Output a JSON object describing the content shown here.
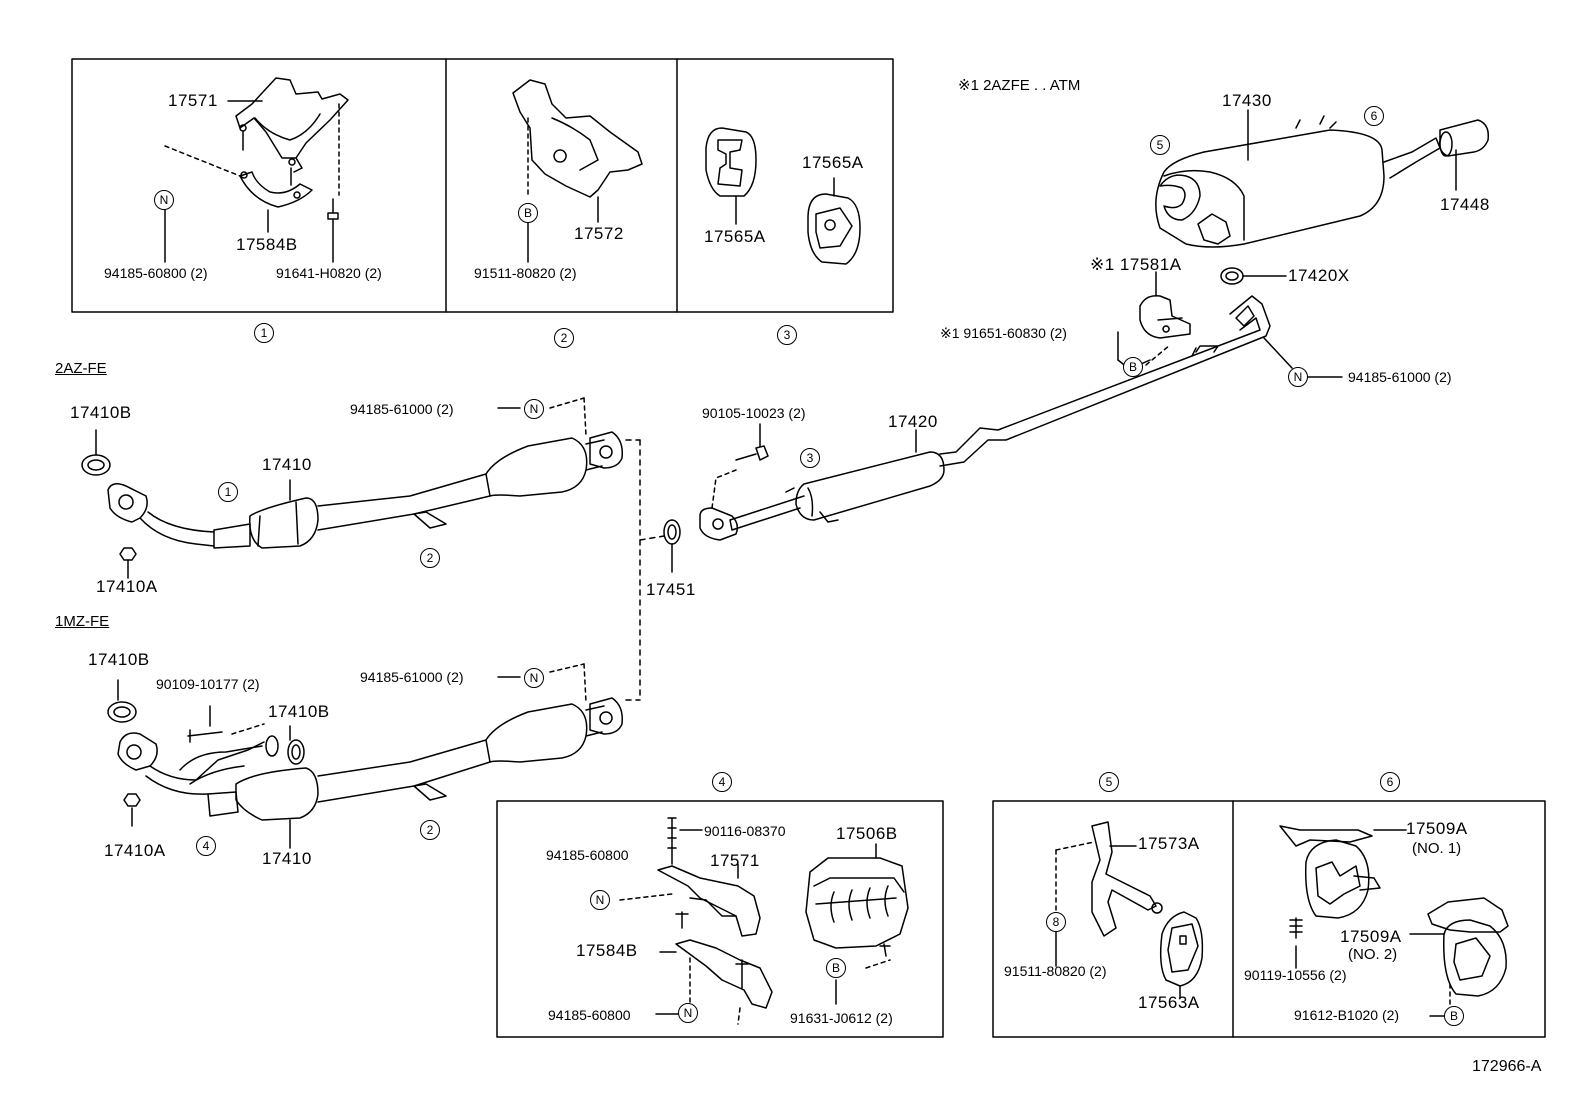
{
  "note": "※1  2AZFE . . ATM",
  "drawing_code": "172966-A",
  "sections": {
    "s2az": "2AZ-FE",
    "s1mz": "1MZ-FE"
  },
  "callouts": {
    "c1": "1",
    "c2": "2",
    "c3": "3",
    "c4": "4",
    "c5": "5",
    "c6": "6",
    "N": "N",
    "B": "B",
    "B8": "8"
  },
  "parts": {
    "p17571": "17571",
    "p17584B": "17584B",
    "p94185_60800_2": "94185-60800 (2)",
    "p91641_H0820_2": "91641-H0820 (2)",
    "p17572": "17572",
    "p91511_80820_2": "91511-80820 (2)",
    "p17565A": "17565A",
    "p17430": "17430",
    "p17448": "17448",
    "p17581A": "※1 17581A",
    "p17420X": "17420X",
    "p91651_60830_2": "※1 91651-60830 (2)",
    "p94185_61000_2": "94185-61000 (2)",
    "p17410B": "17410B",
    "p17410": "17410",
    "p17410A": "17410A",
    "p17451": "17451",
    "p90105_10023_2": "90105-10023 (2)",
    "p17420": "17420",
    "p90109_10177_2": "90109-10177 (2)",
    "p90116_08370": "90116-08370",
    "p94185_60800": "94185-60800",
    "p17506B": "17506B",
    "p91631_J0612_2": "91631-J0612 (2)",
    "p17573A": "17573A",
    "p17563A": "17563A",
    "p17509A": "17509A",
    "no1": "(NO. 1)",
    "no2": "(NO. 2)",
    "p90119_10556_2": "90119-10556 (2)",
    "p91612_B1020_2": "91612-B1020 (2)"
  },
  "colors": {
    "ink": "#000000",
    "paper": "#ffffff"
  }
}
